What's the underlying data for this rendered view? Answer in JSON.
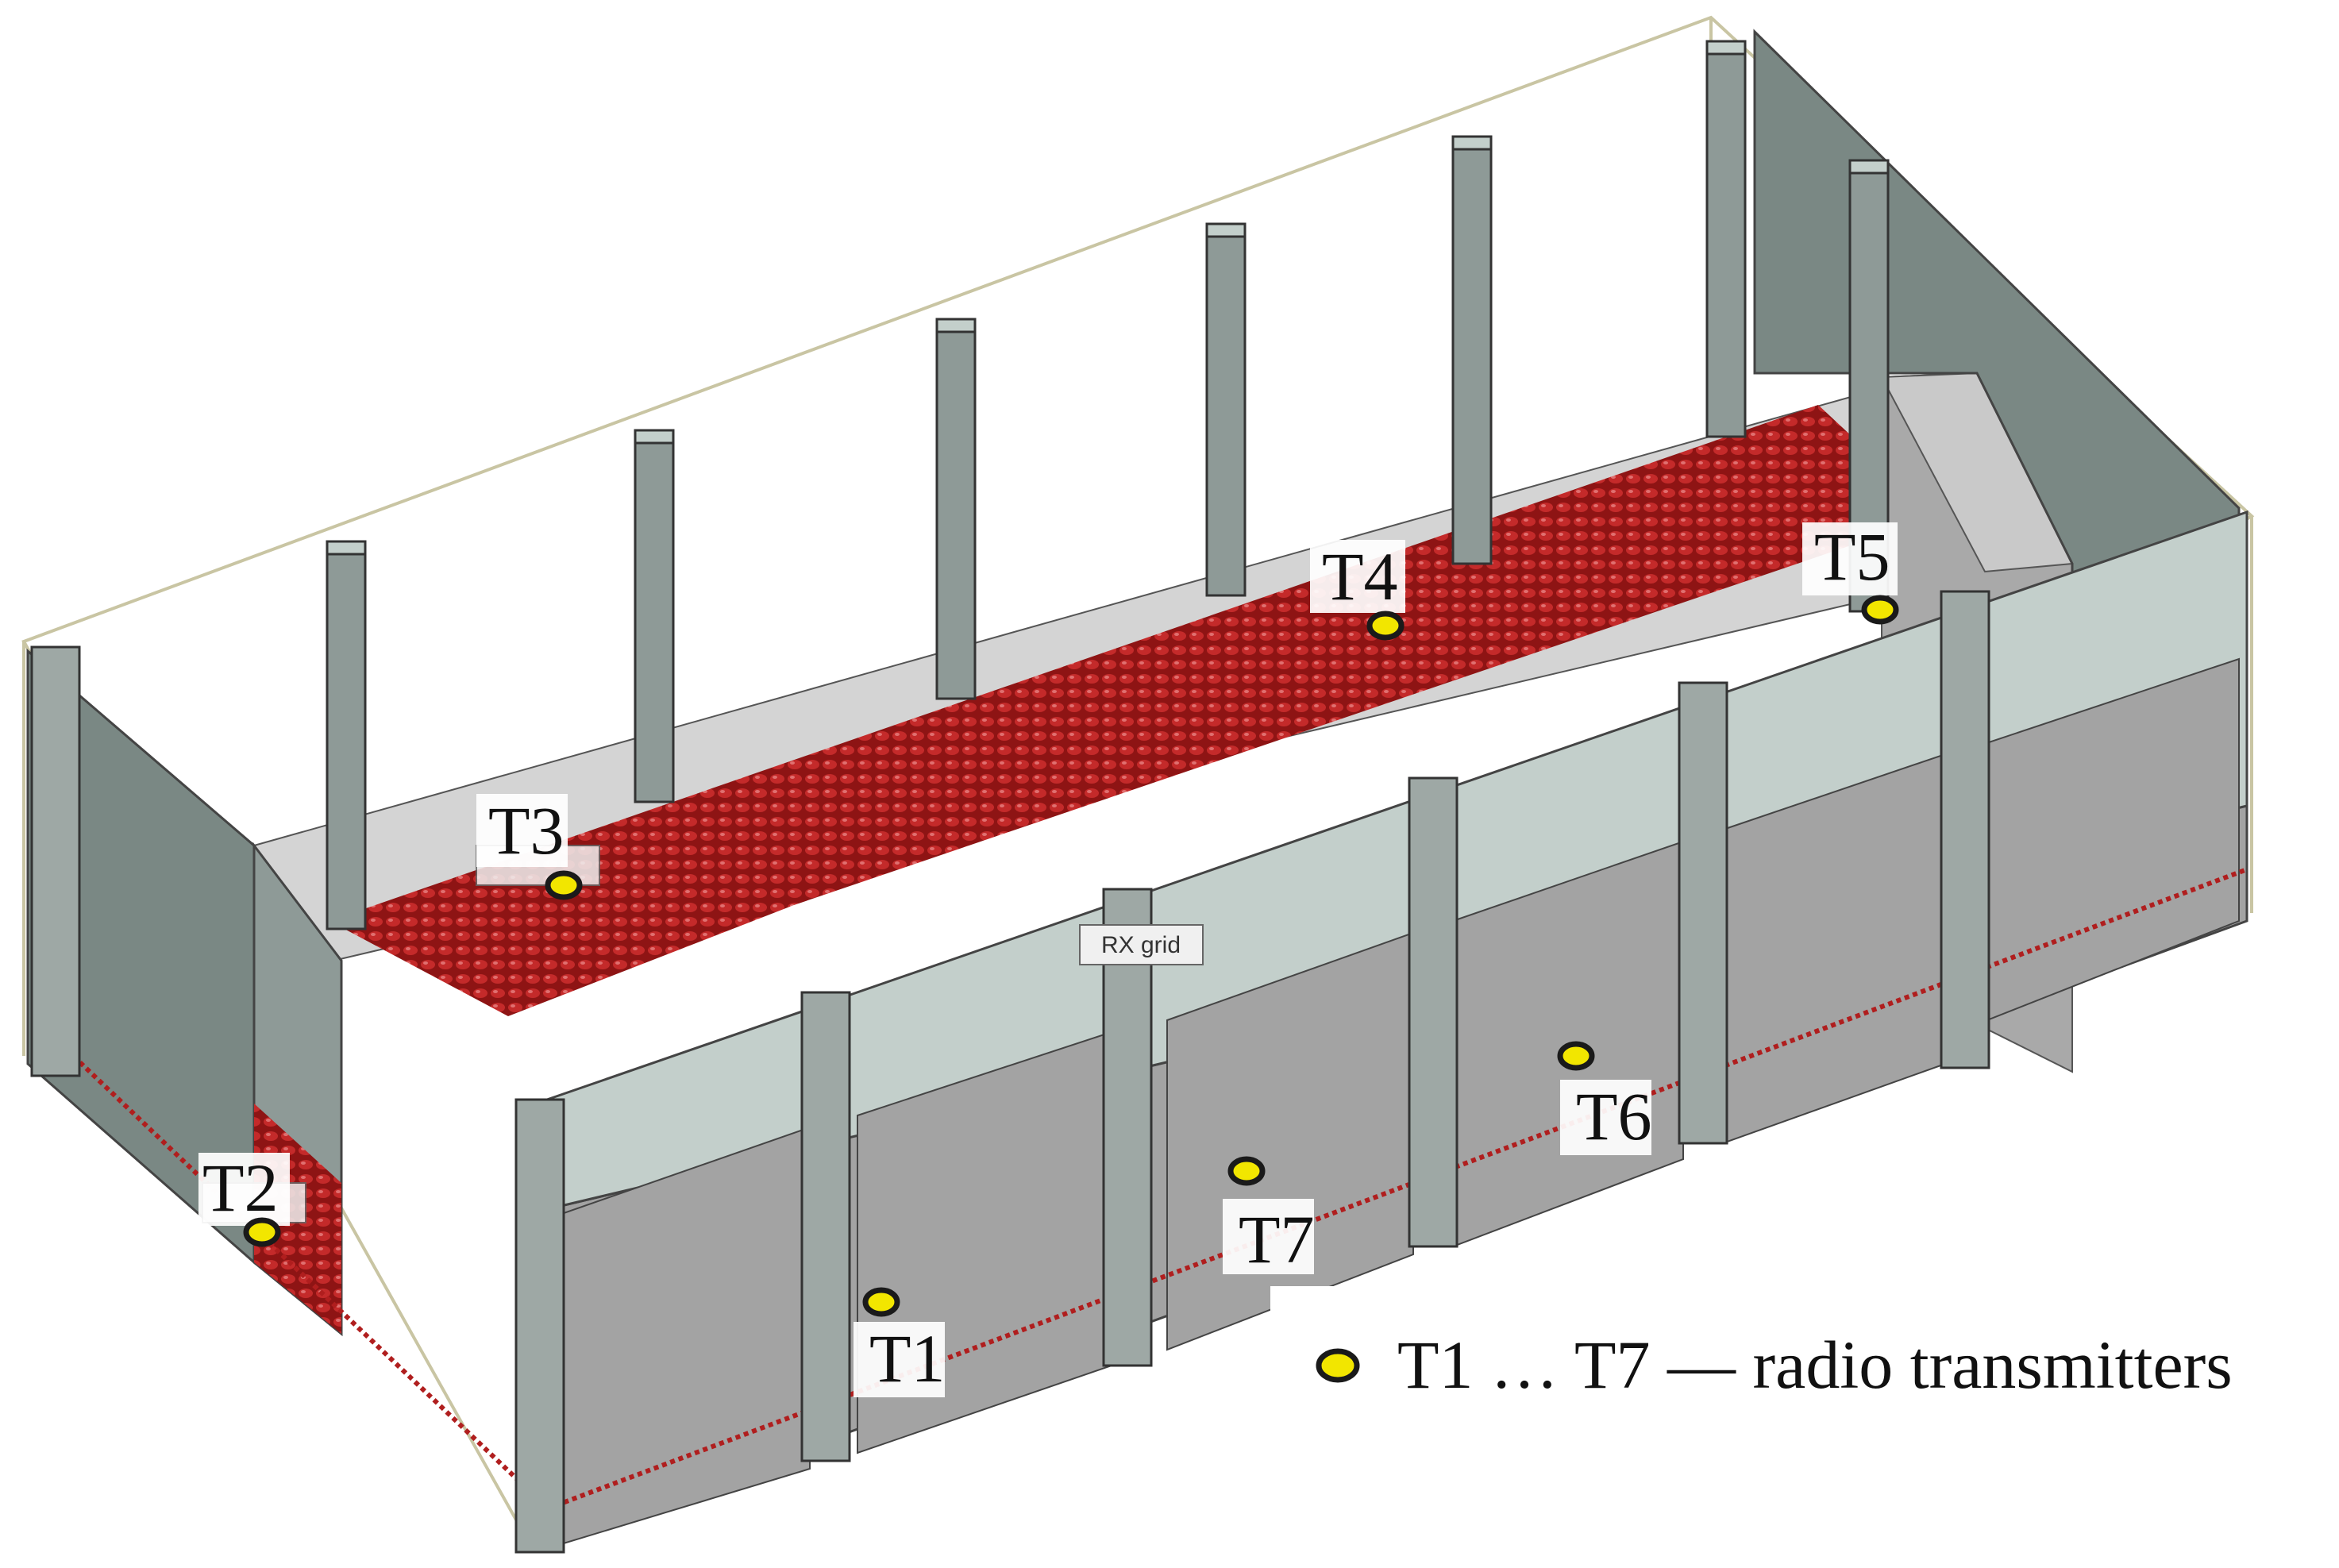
{
  "colors": {
    "wall_dark": "#7a8884",
    "wall_mid": "#9ea8a5",
    "wall_light": "#c3cfcb",
    "wall_gray": "#a3a3a3",
    "back_wall": "#d4d4d4",
    "grid_red": "#b01e1e",
    "marker_fill": "#f2e600",
    "marker_stroke": "#1a1a1a",
    "bbox_line": "#c9c5a3"
  },
  "room": {
    "rx_grid_label": "RX grid"
  },
  "transmitters": [
    {
      "id": "T1",
      "label": "T1"
    },
    {
      "id": "T2",
      "label": "T2"
    },
    {
      "id": "T3",
      "label": "T3"
    },
    {
      "id": "T4",
      "label": "T4"
    },
    {
      "id": "T5",
      "label": "T5"
    },
    {
      "id": "T6",
      "label": "T6"
    },
    {
      "id": "T7",
      "label": "T7"
    }
  ],
  "legend": {
    "text": "T1 … T7 — radio transmitters",
    "marker_icon": "yellow-dot-icon"
  }
}
